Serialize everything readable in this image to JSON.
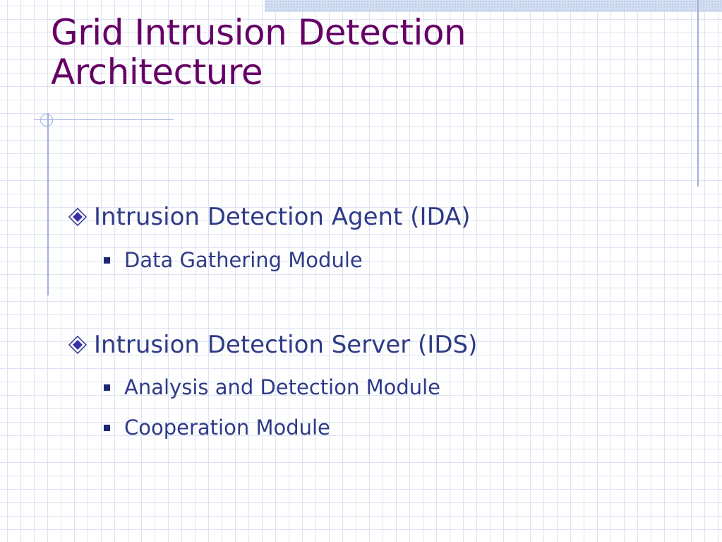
{
  "slide": {
    "title_line1": "Grid Intrusion Detection",
    "title_line2": "Architecture",
    "bullets": [
      {
        "text": "Intrusion Detection Agent (IDA)",
        "subs": [
          "Data Gathering Module"
        ]
      },
      {
        "text": "Intrusion Detection Server (IDS)",
        "subs": [
          "Analysis and Detection Module",
          "Cooperation Module"
        ]
      }
    ]
  },
  "colors": {
    "title": "#660066",
    "body_text": "#2f3b87",
    "accent_lines": "#9fb0de",
    "grid": "#dde3f2"
  },
  "icons": {
    "level1_bullet": "diamond-bullet-icon",
    "level2_bullet": "square-bullet-icon"
  }
}
